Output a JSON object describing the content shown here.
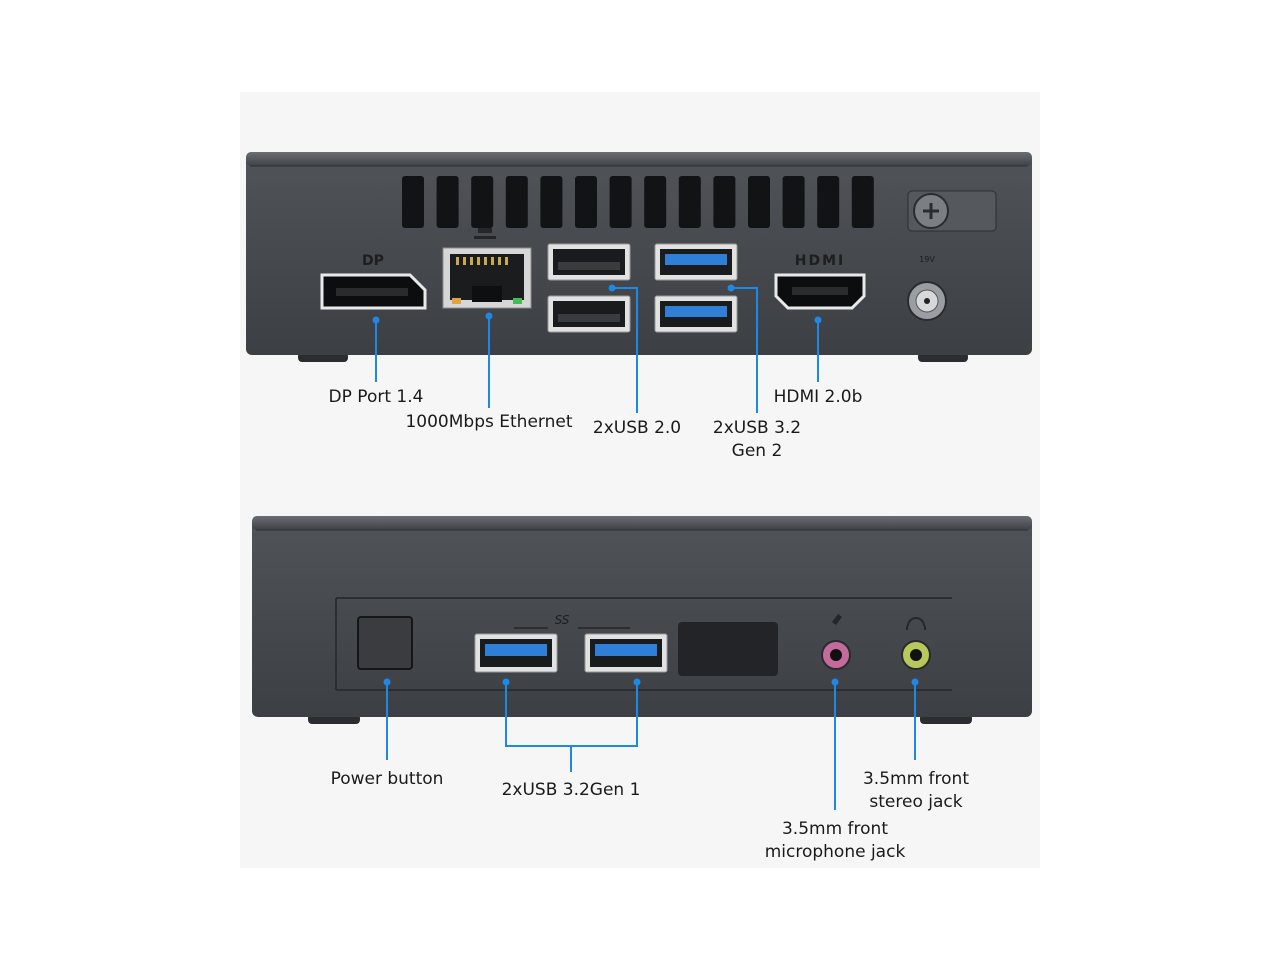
{
  "rear_labels": {
    "dp": "DP Port 1.4",
    "ethernet": "1000Mbps Ethernet",
    "usb2": "2xUSB 2.0",
    "usb32_gen2_line1": "2xUSB 3.2",
    "usb32_gen2_line2": "Gen 2",
    "hdmi": "HDMI 2.0b"
  },
  "front_labels": {
    "power": "Power button",
    "usb32_gen1": "2xUSB 3.2Gen 1",
    "stereo_line1": "3.5mm front",
    "stereo_line2": "stereo jack",
    "mic_line1": "3.5mm front",
    "mic_line2": "microphone jack"
  },
  "port_markings": {
    "dp_logo": "DP",
    "hdmi_logo": "HDMI",
    "ss_logo": "SS",
    "dc_marking": "19V"
  },
  "colors": {
    "callout": "#1e88e5",
    "chassis": "#45484c",
    "usb3_blue": "#2f7fd6",
    "mic_pink": "#c46a9c",
    "audio_lime": "#b8c85a"
  }
}
